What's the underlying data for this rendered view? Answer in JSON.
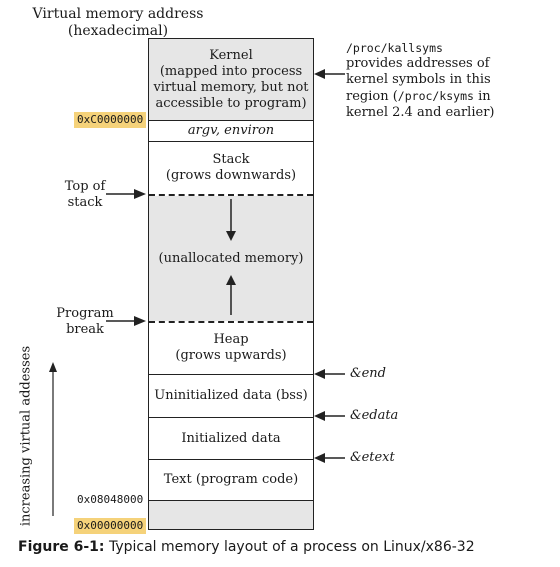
{
  "header": {
    "title_line1": "Virtual memory address",
    "title_line2": "(hexadecimal)"
  },
  "segments": {
    "kernel": [
      "Kernel",
      "(mapped into process",
      "virtual memory, but not",
      "accessible to program)"
    ],
    "argv": "argv, environ",
    "stack": [
      "Stack",
      "(grows downwards)"
    ],
    "unallocated": "(unallocated memory)",
    "heap": [
      "Heap",
      "(grows upwards)"
    ],
    "bss": "Uninitialized data (bss)",
    "data": "Initialized data",
    "text": "Text (program code)"
  },
  "addresses": {
    "kernel_base": "0xC0000000",
    "text_start": "0x08048000",
    "zero": "0x00000000"
  },
  "left_labels": {
    "top_of_stack": [
      "Top of",
      "stack"
    ],
    "program_break": [
      "Program",
      "break"
    ]
  },
  "note": {
    "line1": "/proc/kallsyms",
    "line2": "provides addresses of",
    "line3": "kernel symbols in this",
    "line4_pre": "region (",
    "line4_mono": "/proc/ksyms",
    "line4_post": " in",
    "line5": "kernel 2.4 and earlier)"
  },
  "symbols": {
    "end": "&end",
    "edata": "&edata",
    "etext": "&etext"
  },
  "vertical_label": "increasing virtual addesses",
  "caption": {
    "figure": "Figure 6-1:",
    "text": " Typical memory layout of a process on Linux/x86-32"
  },
  "colors": {
    "highlight": "#f5d27a",
    "shade": "#e6e6e6"
  }
}
